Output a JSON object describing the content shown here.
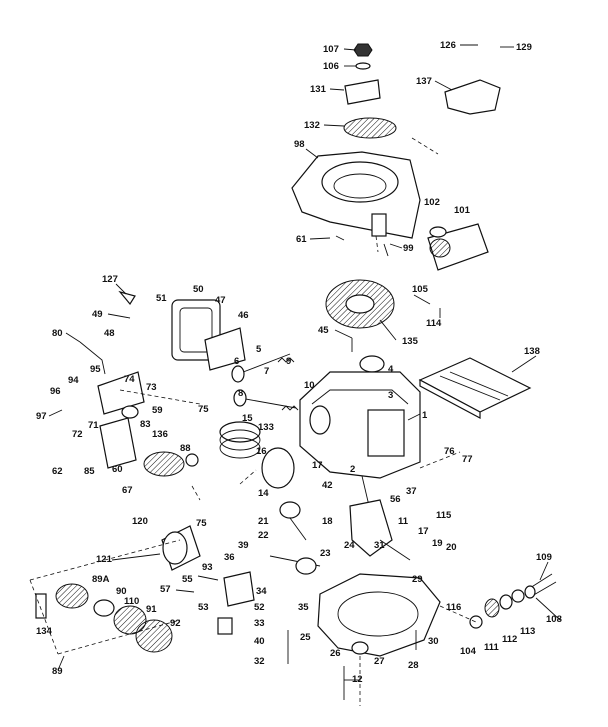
{
  "labels": [
    "107",
    "106",
    "126",
    "129",
    "137",
    "131",
    "132",
    "98",
    "102",
    "101",
    "61",
    "99",
    "105",
    "114",
    "127",
    "50",
    "51",
    "47",
    "49",
    "48",
    "46",
    "45",
    "135",
    "138",
    "80",
    "95",
    "74",
    "73",
    "94",
    "96",
    "97",
    "72",
    "71",
    "59",
    "75",
    "15",
    "133",
    "83",
    "88",
    "136",
    "62",
    "85",
    "60",
    "1",
    "67",
    "76",
    "77",
    "14",
    "16",
    "17",
    "2",
    "42",
    "37",
    "56",
    "115",
    "120",
    "75",
    "21",
    "18",
    "39",
    "11",
    "36",
    "22",
    "23",
    "24",
    "31",
    "17",
    "19",
    "20",
    "121",
    "93",
    "29",
    "55",
    "57",
    "89A",
    "90",
    "110",
    "34",
    "109",
    "116",
    "108",
    "53",
    "35",
    "52",
    "91",
    "92",
    "33",
    "111",
    "112",
    "113",
    "134",
    "104",
    "40",
    "25",
    "30",
    "32",
    "26",
    "27",
    "28",
    "89",
    "12",
    "5",
    "6",
    "9",
    "7",
    "4",
    "3",
    "8",
    "10"
  ]
}
